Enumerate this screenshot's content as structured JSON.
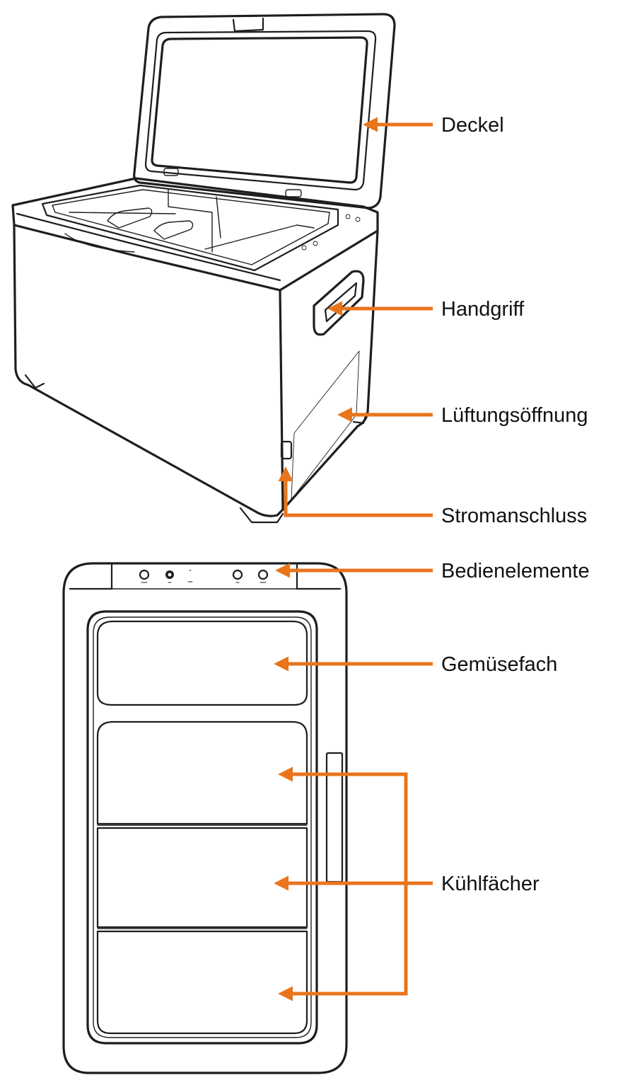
{
  "colors": {
    "arrow": "#e8751c",
    "line": "#1e1e1e",
    "background": "#ffffff"
  },
  "labels": {
    "lid": "Deckel",
    "handle": "Handgriff",
    "vent": "Lüftungsöffnung",
    "power": "Stromanschluss",
    "controls": "Bedienelemente",
    "vegetable": "Gemüsefach",
    "cooling": "Kühlfächer"
  }
}
